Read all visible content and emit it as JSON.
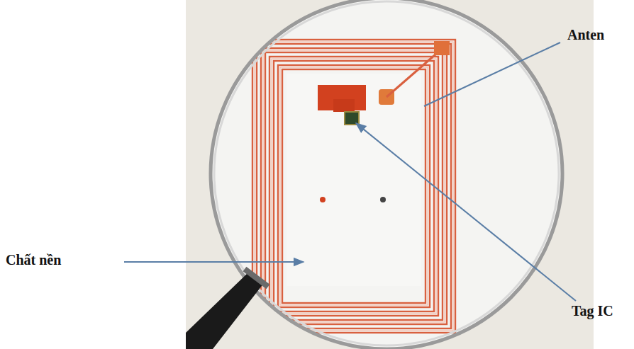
{
  "diagram": {
    "labels": [
      "Anten",
      "Chất nền",
      "Tag IC"
    ]
  }
}
